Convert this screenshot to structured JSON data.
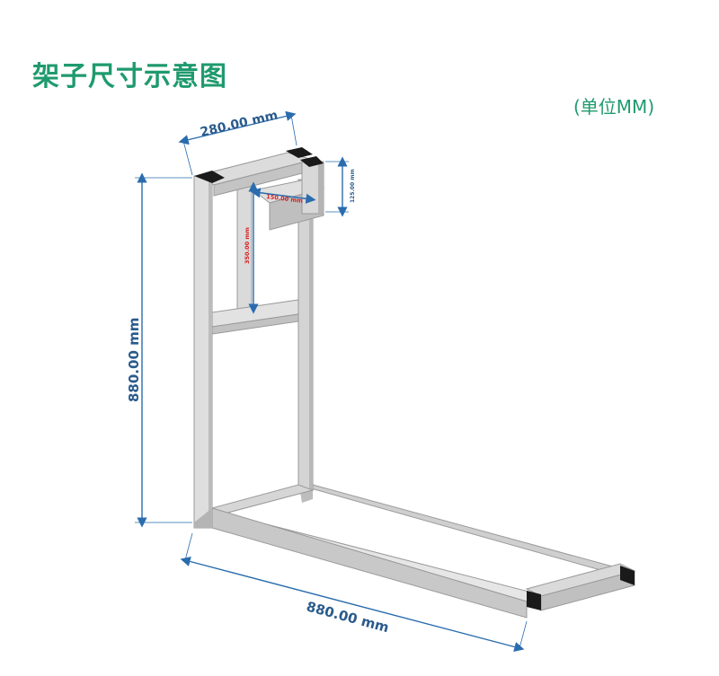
{
  "title": "架子尺寸示意图",
  "unit_note": "(单位MM)",
  "dimensions": {
    "top_width": "280.00 mm",
    "height": "880.00 mm",
    "base_length": "880.00 mm",
    "arm_length": "150.00 mm",
    "arm_height": "125.00 mm",
    "arm_drop": "350.00 mm"
  },
  "colors": {
    "title": "#1f9a6e",
    "dimension_line": "#2a6cae",
    "dimension_text": "#2a5b8c",
    "frame_light": "#e4e4e4",
    "frame_mid": "#c9c9c9",
    "frame_dark": "#a9a9a9",
    "end_cap": "#1a1a1a",
    "highlight": "#d62020"
  }
}
